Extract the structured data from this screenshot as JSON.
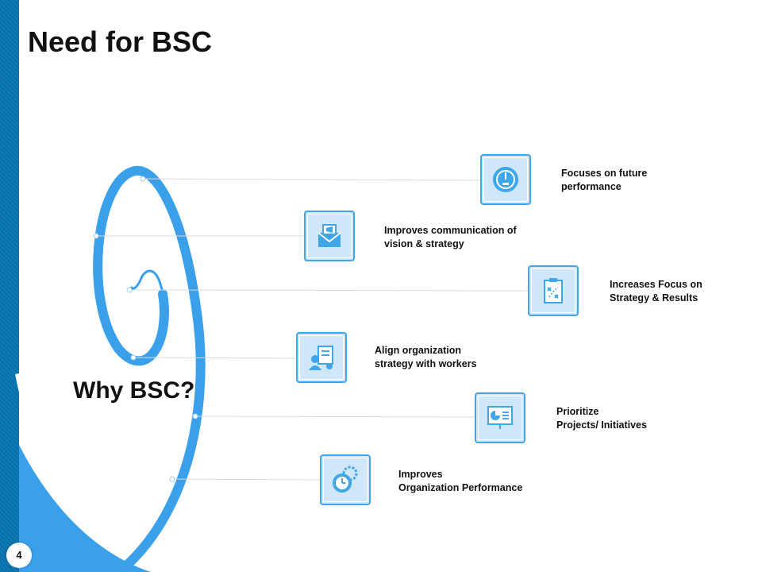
{
  "slide": {
    "title": "Need for BSC",
    "center_label": "Why BSC?",
    "page_number": "4"
  },
  "colors": {
    "accent": "#3fa6e8",
    "spiral": "#3aa0ea",
    "sidebar": "#0a6fa6",
    "card_fill": "#cfe7f8"
  },
  "items": [
    {
      "icon": "speedometer-icon",
      "line1": "Focuses on future",
      "line2": "performance"
    },
    {
      "icon": "megaphone-mail-icon",
      "line1": "Improves communication of",
      "line2": "vision & strategy"
    },
    {
      "icon": "strategy-board-icon",
      "line1": "Increases Focus on",
      "line2": "Strategy  & Results"
    },
    {
      "icon": "worker-document-icon",
      "line1": "Align organization",
      "line2": "strategy  with workers"
    },
    {
      "icon": "presentation-chart-icon",
      "line1": "Prioritize",
      "line2": "Projects/ Initiatives"
    },
    {
      "icon": "gear-clock-icon",
      "line1": "Improves",
      "line2": "Organization Performance"
    }
  ]
}
